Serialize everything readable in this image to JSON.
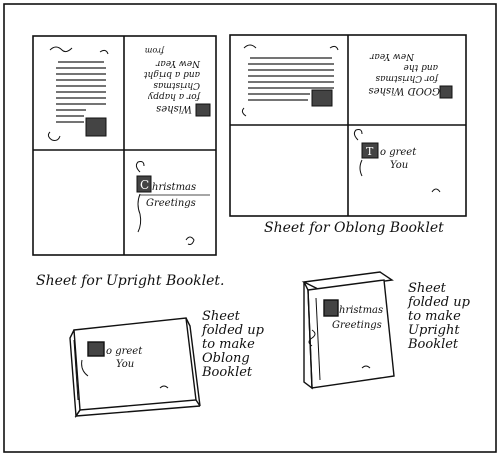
{
  "captions": {
    "upright_sheet": "Sheet for Upright Booklet.",
    "oblong_sheet": "Sheet for Oblong Booklet",
    "oblong_folded": "Sheet\nfolded up\nto make\nOblong\nBooklet",
    "upright_folded": "Sheet\nfolded up\nto make\nUpright\nBooklet"
  },
  "card_text": {
    "christmas": "hristmas",
    "christmas_initial": "C",
    "greetings": "Greetings",
    "greet": "o greet",
    "greet_initial": "T",
    "you": "You",
    "wishes": "Wishes",
    "for_a_happy": "for a happy",
    "christmas_full": "Christmas",
    "and_a_bright": "and a bright",
    "new_year": "New Year",
    "from": "from"
  },
  "colors": {
    "ink": "#111111",
    "paper": "#ffffff"
  }
}
